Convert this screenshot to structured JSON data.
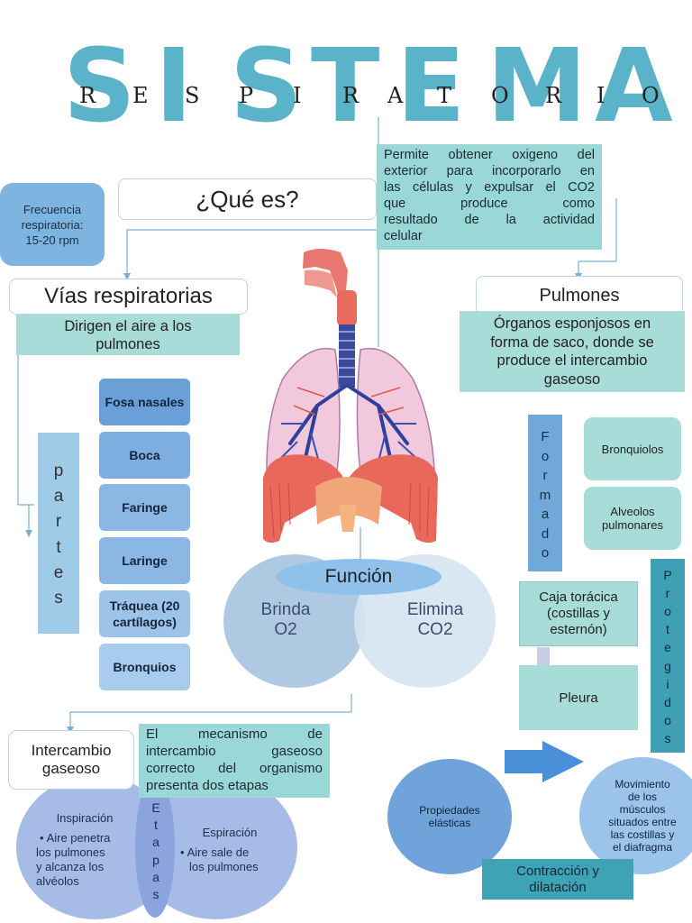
{
  "title": {
    "big": [
      "S",
      "I",
      "S",
      "T",
      "E",
      "M",
      "A"
    ],
    "small": [
      "R",
      "E",
      "S",
      "P",
      "I",
      "R",
      "A",
      "T",
      "O",
      "R",
      "I",
      "O"
    ]
  },
  "que_es": {
    "label": "¿Qué es?",
    "definition_lines": [
      "Permite obtener oxigeno del",
      "exterior para incorporarlo en",
      "las células y expulsar el CO2",
      "que produce como",
      "resultado de la actividad",
      "celular"
    ]
  },
  "frecuencia": [
    "Frecuencia",
    "respiratoria:",
    "15-20 rpm"
  ],
  "vias": {
    "title": "Vías respiratorias",
    "desc": [
      "Dirigen el aire a los",
      "pulmones"
    ],
    "partes_label": [
      "p",
      "a",
      "r",
      "t",
      "e",
      "s"
    ],
    "items": [
      "Fosa nasales",
      "Boca",
      "Faringe",
      "Laringe",
      "Tráquea (20 cartílagos)",
      "Bronquios"
    ]
  },
  "pulmones": {
    "title": "Pulmones",
    "desc": [
      "Órganos esponjosos en",
      "forma de saco, donde se",
      "produce el intercambio",
      "gaseoso"
    ],
    "formado_label": [
      "F",
      "o",
      "r",
      "m",
      "a",
      "d",
      "o"
    ],
    "formado_items": [
      "Bronquiolos",
      "Alveolos pulmonares"
    ],
    "protegidos_label": [
      "P",
      "r",
      "o",
      "t",
      "e",
      "g",
      "i",
      "d",
      "o",
      "s"
    ],
    "caja": [
      "Caja torácica",
      "(costillas y",
      "esternón)"
    ],
    "pleura": "Pleura",
    "propiedades": [
      "Propiedades",
      "elásticas"
    ],
    "movimiento": [
      "Movimiento",
      "de los",
      "músculos",
      "situados entre",
      "las costillas y",
      "el diafragma"
    ],
    "contraccion": [
      "Contracción y",
      "dilatación"
    ]
  },
  "funcion": {
    "title": "Función",
    "brinda": [
      "Brinda",
      "O2"
    ],
    "elimina": [
      "Elimina",
      "CO2"
    ]
  },
  "intercambio": {
    "title": [
      "Intercambio",
      "gaseoso"
    ],
    "desc_lines": [
      "El mecanismo de",
      "intercambio gaseoso",
      "correcto del organismo",
      "presenta dos etapas"
    ],
    "etapas_label": [
      "E",
      "t",
      "a",
      "p",
      "a",
      "s"
    ],
    "inspiracion_title": "Inspiración",
    "inspiracion_text": [
      "Aire penetra",
      "los pulmones",
      "y alcanza los",
      "alvéolos"
    ],
    "espiracion_title": "Espiración",
    "espiracion_text": [
      "Aire sale de",
      "los pulmones"
    ]
  },
  "colors": {
    "title": "#5ab3c8",
    "teal_box": "#9ad8d8",
    "blue_box": "#7eaee0",
    "formado": "#6fa8d9",
    "protegidos": "#3f9fb5",
    "venn_left": "#b0c9e2",
    "venn_right": "#d6e4f2",
    "venn_pill": "#8fc1ea",
    "arrow": "#4a90d9"
  }
}
